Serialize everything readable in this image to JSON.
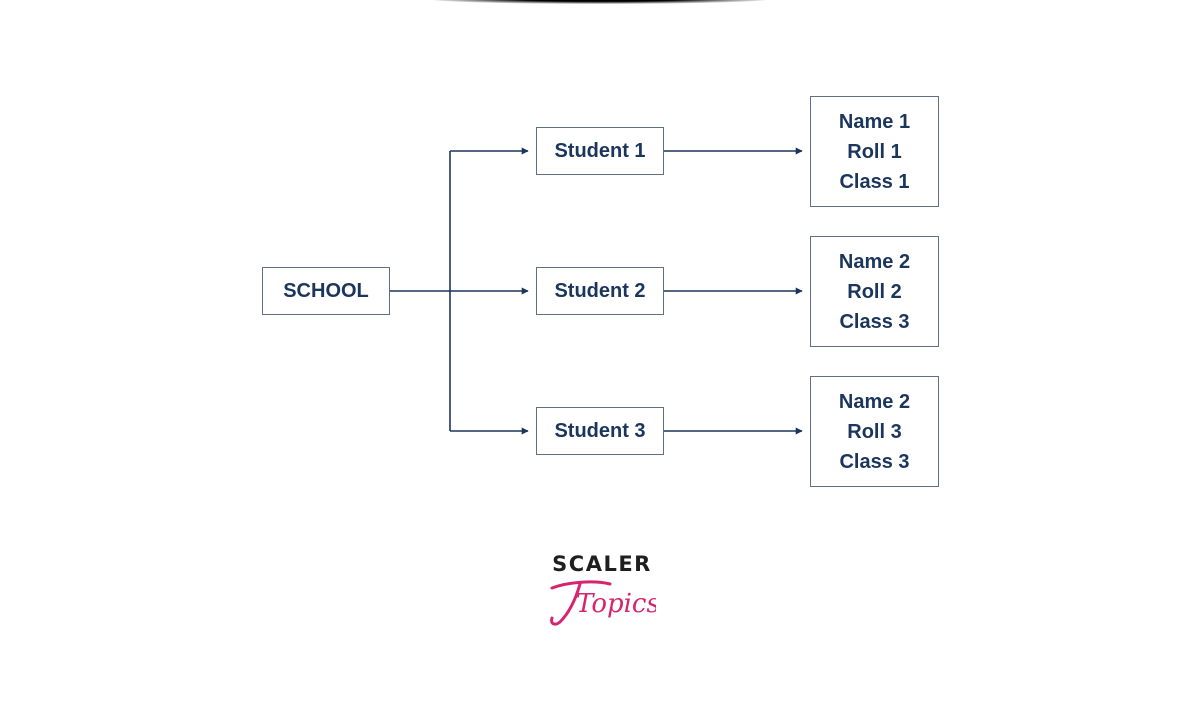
{
  "colors": {
    "primary": "#1b365d",
    "border": "#5e6f86",
    "accent": "#d6246e",
    "logo_dark": "#1f1f1f"
  },
  "diagram": {
    "root": "SCHOOL",
    "students": [
      {
        "label": "Student 1",
        "details": [
          "Name 1",
          "Roll 1",
          "Class 1"
        ]
      },
      {
        "label": "Student 2",
        "details": [
          "Name 2",
          "Roll 2",
          "Class 3"
        ]
      },
      {
        "label": "Student 3",
        "details": [
          "Name 2",
          "Roll 3",
          "Class 3"
        ]
      }
    ]
  },
  "logo": {
    "top": "SCALER",
    "script": "Topics"
  }
}
